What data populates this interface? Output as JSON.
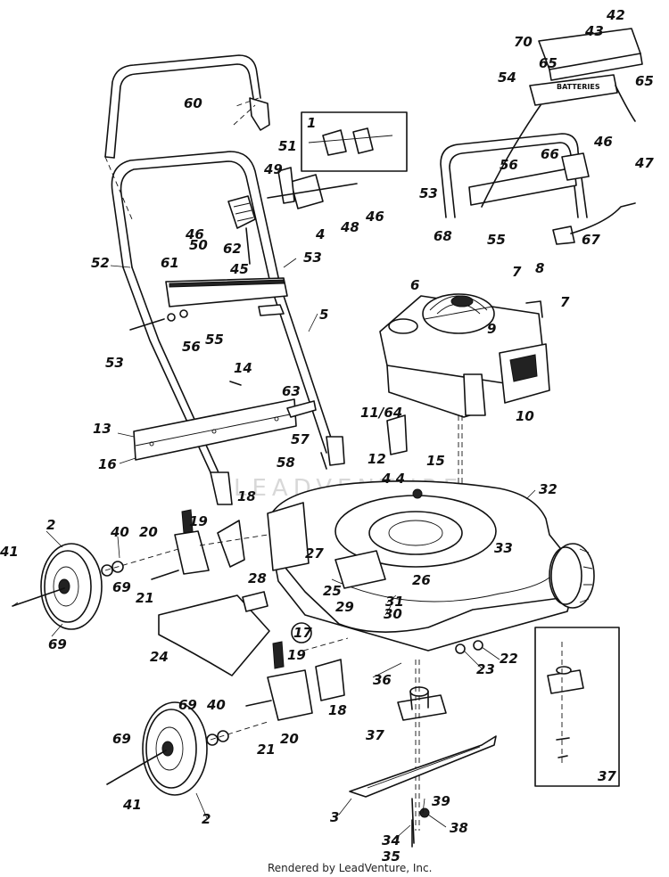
{
  "labels": {
    "l60": "60",
    "l1": "1",
    "l51": "51",
    "l49": "49",
    "l46a": "46",
    "l46b": "46",
    "l48": "48",
    "l4": "4",
    "l50": "50",
    "l62": "62",
    "l45": "45",
    "l52": "52",
    "l61": "61",
    "l53a": "53",
    "l53b": "53",
    "l5": "5",
    "l56": "56",
    "l55": "55",
    "l14": "14",
    "l63": "63",
    "l13": "13",
    "l16": "16",
    "l57": "57",
    "l58": "58",
    "l1164": "11/64",
    "l12": "12",
    "l44": "4 4",
    "l15": "15",
    "l6": "6",
    "l7a": "7",
    "l8": "8",
    "l7b": "7",
    "l9": "9",
    "l10": "10",
    "l32": "32",
    "l2a": "2",
    "l41a": "41",
    "l40a": "40",
    "l20a": "20",
    "l19a": "19",
    "l18a": "18",
    "l69a": "69",
    "l69b": "69",
    "l21a": "21",
    "l27": "27",
    "l33": "33",
    "l28": "28",
    "l25": "25",
    "l29": "29",
    "l26": "26",
    "l31": "31",
    "l30": "30",
    "l24": "24",
    "l17": "17",
    "l19b": "19",
    "l18b": "18",
    "l36": "36",
    "l23": "23",
    "l22": "22",
    "l69c": "69",
    "l40b": "40",
    "l69d": "69",
    "l21b": "21",
    "l20b": "20",
    "l37a": "37",
    "l37b": "37",
    "l41b": "41",
    "l2b": "2",
    "l3": "3",
    "l39": "39",
    "l34": "34",
    "l38": "38",
    "l35": "35",
    "l42": "42",
    "l43": "43",
    "l70": "70",
    "l65a": "65",
    "l54": "54",
    "l65b": "65",
    "l56b": "56",
    "l66": "66",
    "l46c": "46",
    "l47": "47",
    "l53c": "53",
    "l68": "68",
    "l55b": "55",
    "l67": "67"
  },
  "battery_text": "BATTERIES",
  "footer": "Rendered by LeadVenture, Inc.",
  "watermark": "LEADVENTURE"
}
